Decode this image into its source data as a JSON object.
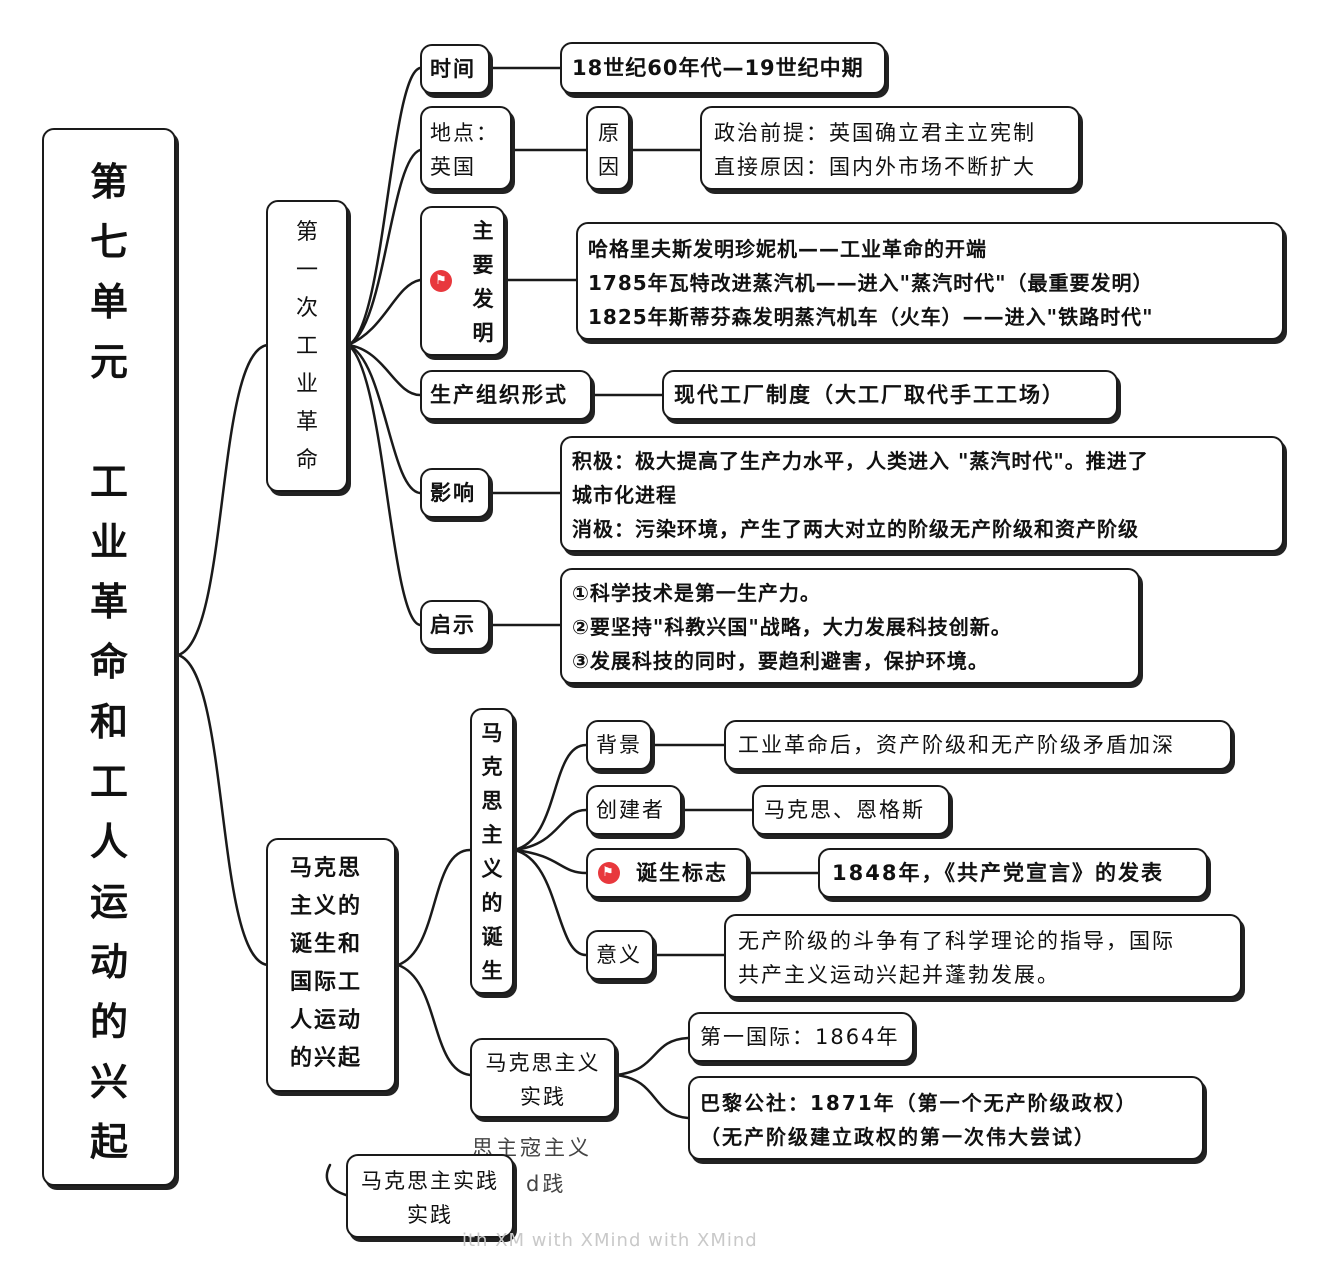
{
  "root": {
    "title_lines": [
      "第",
      "七",
      "单",
      "元"
    ],
    "subtitle_chars": [
      "工",
      "业",
      "革",
      "命",
      "和",
      "工",
      "人",
      "运",
      "动",
      "的",
      "兴",
      "起"
    ]
  },
  "branch1": {
    "label_chars": [
      "第",
      "一",
      "次",
      "工",
      "业",
      "革",
      "命"
    ],
    "time": {
      "label": "时间",
      "value": "18世纪60年代—19世纪中期"
    },
    "place": {
      "label_lines": [
        "地点：",
        "英国"
      ],
      "cause_label_lines": [
        "原",
        "因"
      ],
      "causes": [
        "政治前提：英国确立君主立宪制",
        "直接原因：国内外市场不断扩大"
      ]
    },
    "inventions": {
      "label_chars": [
        "主",
        "要",
        "发",
        "明"
      ],
      "items": [
        "哈格里夫斯发明珍妮机——工业革命的开端",
        "1785年瓦特改进蒸汽机——进入\"蒸汽时代\"（最重要发明）",
        "1825年斯蒂芬森发明蒸汽机车（火车）——进入\"铁路时代\""
      ]
    },
    "organization": {
      "label": "生产组织形式",
      "value": "现代工厂制度（大工厂取代手工工场）"
    },
    "impact": {
      "label": "影响",
      "lines": [
        "积极：极大提高了生产力水平，人类进入 \"蒸汽时代\"。推进了",
        "城市化进程",
        "消极：污染环境，产生了两大对立的阶级无产阶级和资产阶级"
      ]
    },
    "lesson": {
      "label": "启示",
      "lines": [
        "①科学技术是第一生产力。",
        "②要坚持\"科教兴国\"战略，大力发展科技创新。",
        "③发展科技的同时，要趋利避害，保护环境。"
      ]
    }
  },
  "branch2": {
    "label_lines": [
      "马克思",
      "主义的",
      "诞生和",
      "国际工",
      "人运动",
      "的兴起"
    ],
    "birth": {
      "label_chars": [
        "马",
        "克",
        "思",
        "主",
        "义",
        "的",
        "诞",
        "生"
      ],
      "background": {
        "label": "背景",
        "value": "工业革命后，资产阶级和无产阶级矛盾加深"
      },
      "founders": {
        "label": "创建者",
        "value": "马克思、恩格斯"
      },
      "symbol": {
        "label": "诞生标志",
        "value": "1848年，《共产党宣言》的发表"
      },
      "meaning": {
        "label": "意义",
        "lines": [
          "无产阶级的斗争有了科学理论的指导，国际",
          "共产主义运动兴起并蓬勃发展。"
        ]
      }
    },
    "practice": {
      "label_lines": [
        "马克思主义",
        "实践"
      ],
      "first_intl": "第一国际：1864年",
      "paris": [
        "巴黎公社：1871年（第一个无产阶级政权）",
        "（无产阶级建立政权的第一次伟大尝试）"
      ]
    }
  },
  "ghost": {
    "box_lines": [
      "马克思主实践",
      "实践"
    ],
    "top_text": "思主宼主义",
    "side_text": "d践",
    "watermark": "ith XM with XMind with XMind"
  },
  "colors": {
    "line": "#1a1a1a",
    "flag": "#e8383d",
    "background": "#ffffff"
  },
  "icons": {
    "flag": "red-flag-icon"
  }
}
